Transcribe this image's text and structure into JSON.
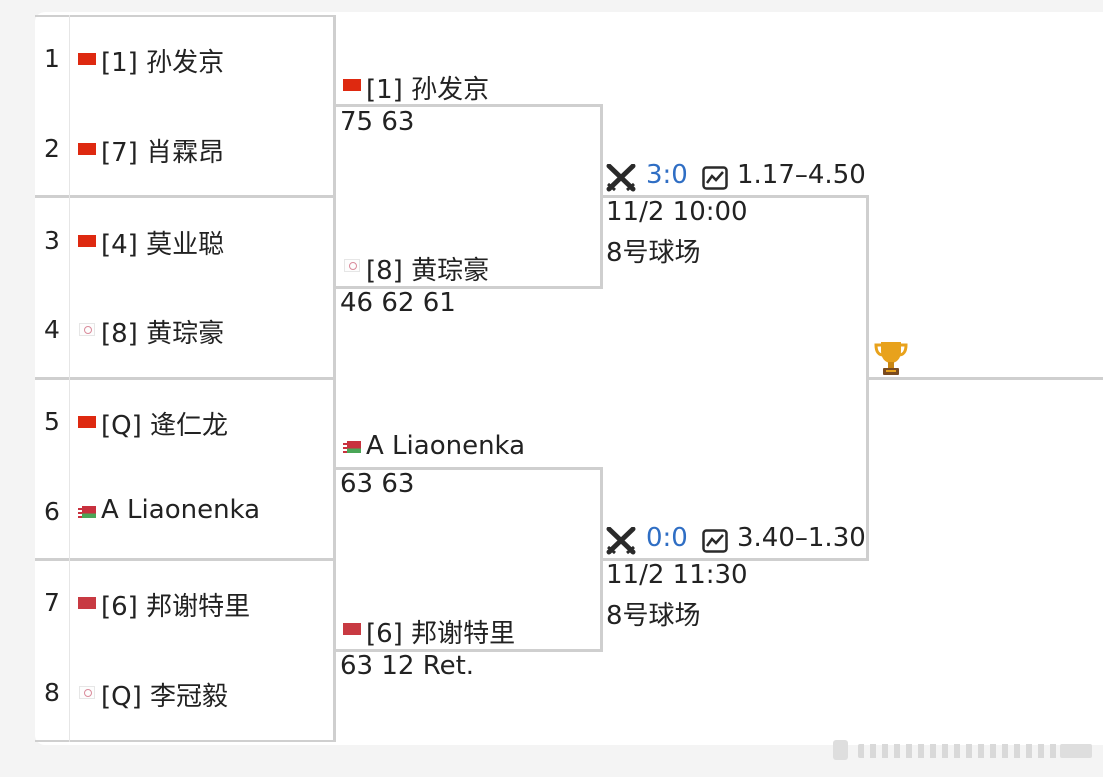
{
  "round1": [
    {
      "seed_no": "1",
      "flag": "cn",
      "label": "[1] 孙发京"
    },
    {
      "seed_no": "2",
      "flag": "cn",
      "label": "[7] 肖霖昂"
    },
    {
      "seed_no": "3",
      "flag": "cn",
      "label": "[4] 莫业聪"
    },
    {
      "seed_no": "4",
      "flag": "tw",
      "label": "[8] 黄琮豪"
    },
    {
      "seed_no": "5",
      "flag": "cn",
      "label": "[Q] 逄仁龙"
    },
    {
      "seed_no": "6",
      "flag": "by",
      "label": " A Liaonenka"
    },
    {
      "seed_no": "7",
      "flag": "mx",
      "label": "[6] 邦谢特里"
    },
    {
      "seed_no": "8",
      "flag": "tw",
      "label": "[Q] 李冠毅"
    }
  ],
  "round2": [
    {
      "flag": "cn",
      "label": "[1] 孙发京",
      "score": "75 63"
    },
    {
      "flag": "tw",
      "label": "[8] 黄琮豪",
      "score": "46 62 61"
    },
    {
      "flag": "by",
      "label": " A Liaonenka",
      "score": "63 63"
    },
    {
      "flag": "mx",
      "label": "[6] 邦谢特里",
      "score": "63 12 Ret."
    }
  ],
  "semis": [
    {
      "h2h": "3:0",
      "odds": "1.17–4.50",
      "time": "11/2 10:00",
      "court": "8号球场"
    },
    {
      "h2h": "0:0",
      "odds": "3.40–1.30",
      "time": "11/2 11:30",
      "court": "8号球场"
    }
  ],
  "icons": {
    "h2h": "crossed-swords-icon",
    "odds": "trend-chart-icon",
    "final": "trophy-icon"
  },
  "colors": {
    "h2h_text": "#2f6ec4",
    "lines": "#cfcfcf",
    "cn_flag": "#de2910"
  }
}
